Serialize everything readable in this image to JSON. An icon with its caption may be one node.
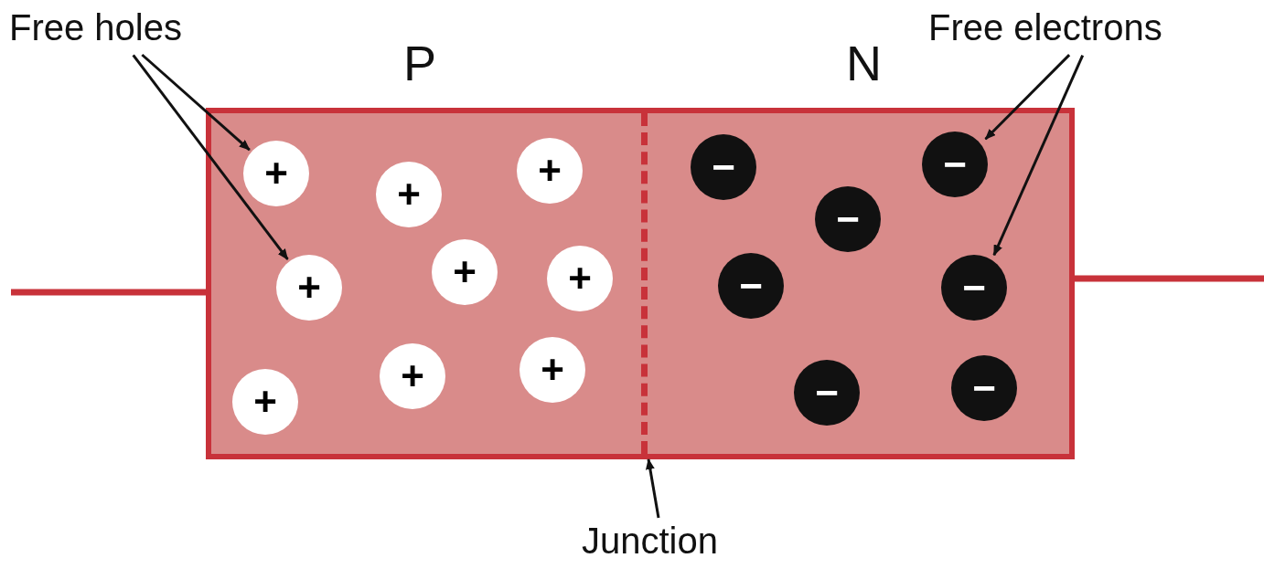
{
  "diagram": {
    "nodes": [
      {
        "text": [
          "Free holes"
        ]
      },
      {
        "text": [
          "P"
        ]
      },
      {
        "text": [
          "N"
        ]
      },
      {
        "text": [
          "Free electrons"
        ]
      },
      {
        "text": [
          "+"
        ],
        "in": 1
      },
      {
        "text": [
          "+"
        ],
        "in": 1
      },
      {
        "text": [
          "+"
        ],
        "in": 1
      },
      {
        "text": [
          "+"
        ],
        "in": 1
      },
      {
        "text": [
          "+"
        ],
        "in": 1
      },
      {
        "text": [
          "+"
        ],
        "in": 1
      },
      {
        "text": [
          "+"
        ],
        "in": 1
      },
      {
        "text": [
          "+"
        ],
        "in": 1
      },
      {
        "text": [
          "+"
        ],
        "in": 1
      },
      {
        "text": [
          "−"
        ],
        "in": 2
      },
      {
        "text": [
          "−"
        ],
        "in": 2
      },
      {
        "text": [
          "−"
        ],
        "in": 2
      },
      {
        "text": [
          "−"
        ],
        "in": 2
      },
      {
        "text": [
          "−"
        ],
        "in": 2
      },
      {
        "text": [
          "−"
        ],
        "in": 2
      },
      {
        "text": [
          "−"
        ],
        "in": 2
      },
      {
        "text": [],
        "shape": "line"
      },
      {
        "text": [
          "Junction"
        ]
      }
    ],
    "edges": [
      {
        "from": 0,
        "to": 4,
        "arrow": "to"
      },
      {
        "from": 0,
        "to": 7,
        "arrow": "to"
      },
      {
        "from": 3,
        "to": 14,
        "arrow": "to"
      },
      {
        "from": 3,
        "to": 17,
        "arrow": "to"
      },
      {
        "from": 21,
        "to": 20,
        "arrow": "to"
      }
    ]
  }
}
